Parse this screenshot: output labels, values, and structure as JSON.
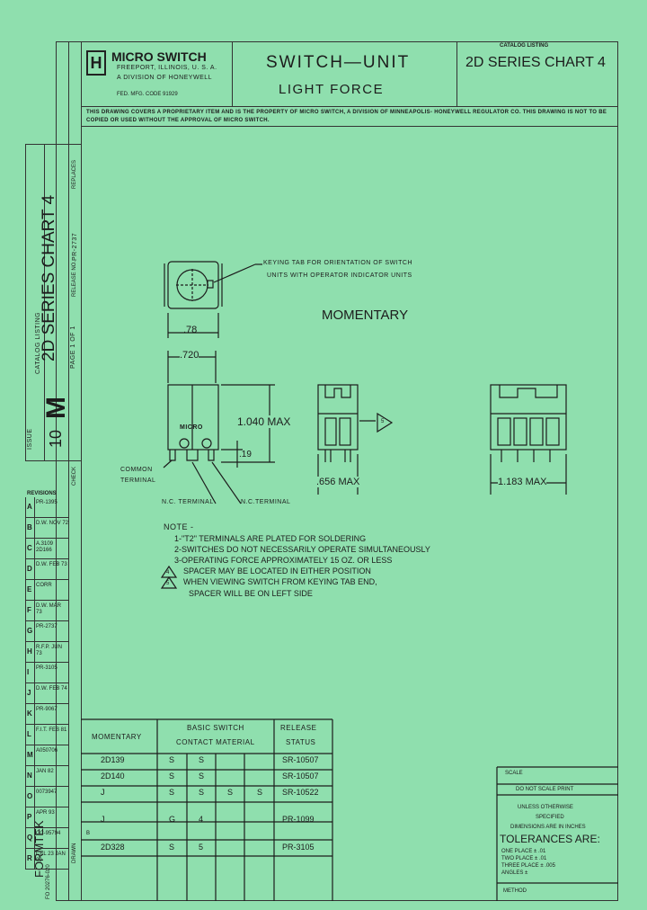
{
  "title_block": {
    "logo_letter": "H",
    "company": "MICRO SWITCH",
    "address": "FREEPORT, ILLINOIS, U. S. A.",
    "division": "A DIVISION OF HONEYWELL",
    "reg_code": "FED. MFG. CODE 91929",
    "title_line1": "SWITCH—UNIT",
    "title_line2": "LIGHT FORCE",
    "catalog_label": "CATALOG LISTING",
    "catalog_value": "2D SERIES CHART 4",
    "notice": "THIS DRAWING COVERS A PROPRIETARY ITEM AND IS THE PROPERTY OF MICRO SWITCH, A DIVISION OF MINNEAPOLIS- HONEYWELL REGULATOR CO. THIS DRAWING IS NOT TO BE COPIED OR USED WITHOUT THE APPROVAL OF MICRO SWITCH."
  },
  "side_strip": {
    "catalog_listing": "CATALOG LISTING",
    "series": "2D SERIES CHART 4",
    "page": "PAGE 1 OF 1",
    "issue_label": "ISSUE",
    "issue_letter": "M",
    "issue_number": "10",
    "replaces_label": "REPLACES",
    "release_label": "RELEASE NO.",
    "release_value": "PR-2737",
    "revisions_label": "REVISIONS",
    "check_label": "CHECK",
    "formtek": "FORMTEK",
    "formtek_no": "FO 20276-020",
    "drawn_label": "DRAWN"
  },
  "revisions": [
    {
      "letter": "A",
      "text": "PR-1395"
    },
    {
      "letter": "B",
      "text": "D.W. NOV 72"
    },
    {
      "letter": "C",
      "text": "A.3109 2D166"
    },
    {
      "letter": "D",
      "text": "D.W. FEB 73"
    },
    {
      "letter": "E",
      "text": "CORR"
    },
    {
      "letter": "F",
      "text": "D.W. MAR 73"
    },
    {
      "letter": "G",
      "text": "PR-2737"
    },
    {
      "letter": "H",
      "text": "R.F.P. JUN 73"
    },
    {
      "letter": "I",
      "text": "PR-3105"
    },
    {
      "letter": "J",
      "text": "D.W. FEB 74"
    },
    {
      "letter": "K",
      "text": "PR-9067"
    },
    {
      "letter": "L",
      "text": "F.I.T. FEB 81"
    },
    {
      "letter": "M",
      "text": "A050706"
    },
    {
      "letter": "N",
      "text": "JAN 82"
    },
    {
      "letter": "O",
      "text": "0073947"
    },
    {
      "letter": "P",
      "text": "APR 93"
    },
    {
      "letter": "Q",
      "text": "CC-95794"
    },
    {
      "letter": "R",
      "text": "CEL 23 JAN 00"
    }
  ],
  "drawing": {
    "keying_note_line1": "KEYING TAB FOR ORIENTATION OF SWITCH",
    "keying_note_line2": "UNITS WITH OPERATOR INDICATOR UNITS",
    "dim_78": ".78",
    "dim_720": ".720",
    "micro_label": "MICRO",
    "dim_1040": "1.040 MAX",
    "dim_19": ".19",
    "common_terminal_1": "COMMON",
    "common_terminal_2": "TERMINAL",
    "nc_terminal_1": "N.C. TERMINAL",
    "nc_terminal_2": "N.C.TERMINAL",
    "momentary_heading": "MOMENTARY",
    "dim_656": ".656 MAX",
    "dim_1183": "1.183 MAX",
    "flag_5": "5"
  },
  "notes": {
    "heading": "NOTE -",
    "items": [
      "1-\"T2\" TERMINALS ARE PLATED FOR SOLDERING",
      "2-SWITCHES DO NOT NECESSARILY OPERATE SIMULTANEOUSLY",
      "3-OPERATING FORCE APPROXIMATELY 15 OZ. OR LESS",
      "SPACER MAY BE LOCATED IN EITHER POSITION",
      "WHEN VIEWING SWITCH FROM KEYING TAB END,",
      "SPACER WILL BE ON LEFT SIDE"
    ],
    "flag4": "4",
    "flag5": "5"
  },
  "table": {
    "col1": "MOMENTARY",
    "col2a": "BASIC SWITCH",
    "col2b": "CONTACT MATERIAL",
    "col3a": "RELEASE",
    "col3b": "STATUS",
    "rows": [
      {
        "part": "2D139",
        "c1": "S",
        "c2": "S",
        "c3": "",
        "c4": "",
        "status": "SR-10507"
      },
      {
        "part": "2D140",
        "c1": "S",
        "c2": "S",
        "c3": "",
        "c4": "",
        "status": "SR-10507"
      },
      {
        "part": "J",
        "c1": "S",
        "c2": "S",
        "c3": "S",
        "c4": "S",
        "status": "SR-10522"
      },
      {
        "part": "J",
        "c1": "G",
        "c2": "4",
        "c3": "",
        "c4": "",
        "status": "PR-1099"
      },
      {
        "part": "2D328",
        "c1": "S",
        "c2": "5",
        "c3": "",
        "c4": "",
        "status": "PR-3105"
      }
    ],
    "row_b_marker": "B"
  },
  "tolerance": {
    "scale": "SCALE",
    "do_not_scale": "DO NOT SCALE PRINT",
    "unless1": "UNLESS OTHERWISE",
    "unless2": "SPECIFIED",
    "dims_in": "DIMENSIONS ARE IN INCHES",
    "tolerances": "TOLERANCES ARE:",
    "one_place": "ONE PLACE ± .01",
    "two_place": "TWO PLACE ± .01",
    "three_place": "THREE PLACE ± .005",
    "angles": "ANGLES ±",
    "method": "METHOD"
  },
  "colors": {
    "paper": "#8fdfae",
    "ink": "#1c1c1c"
  }
}
